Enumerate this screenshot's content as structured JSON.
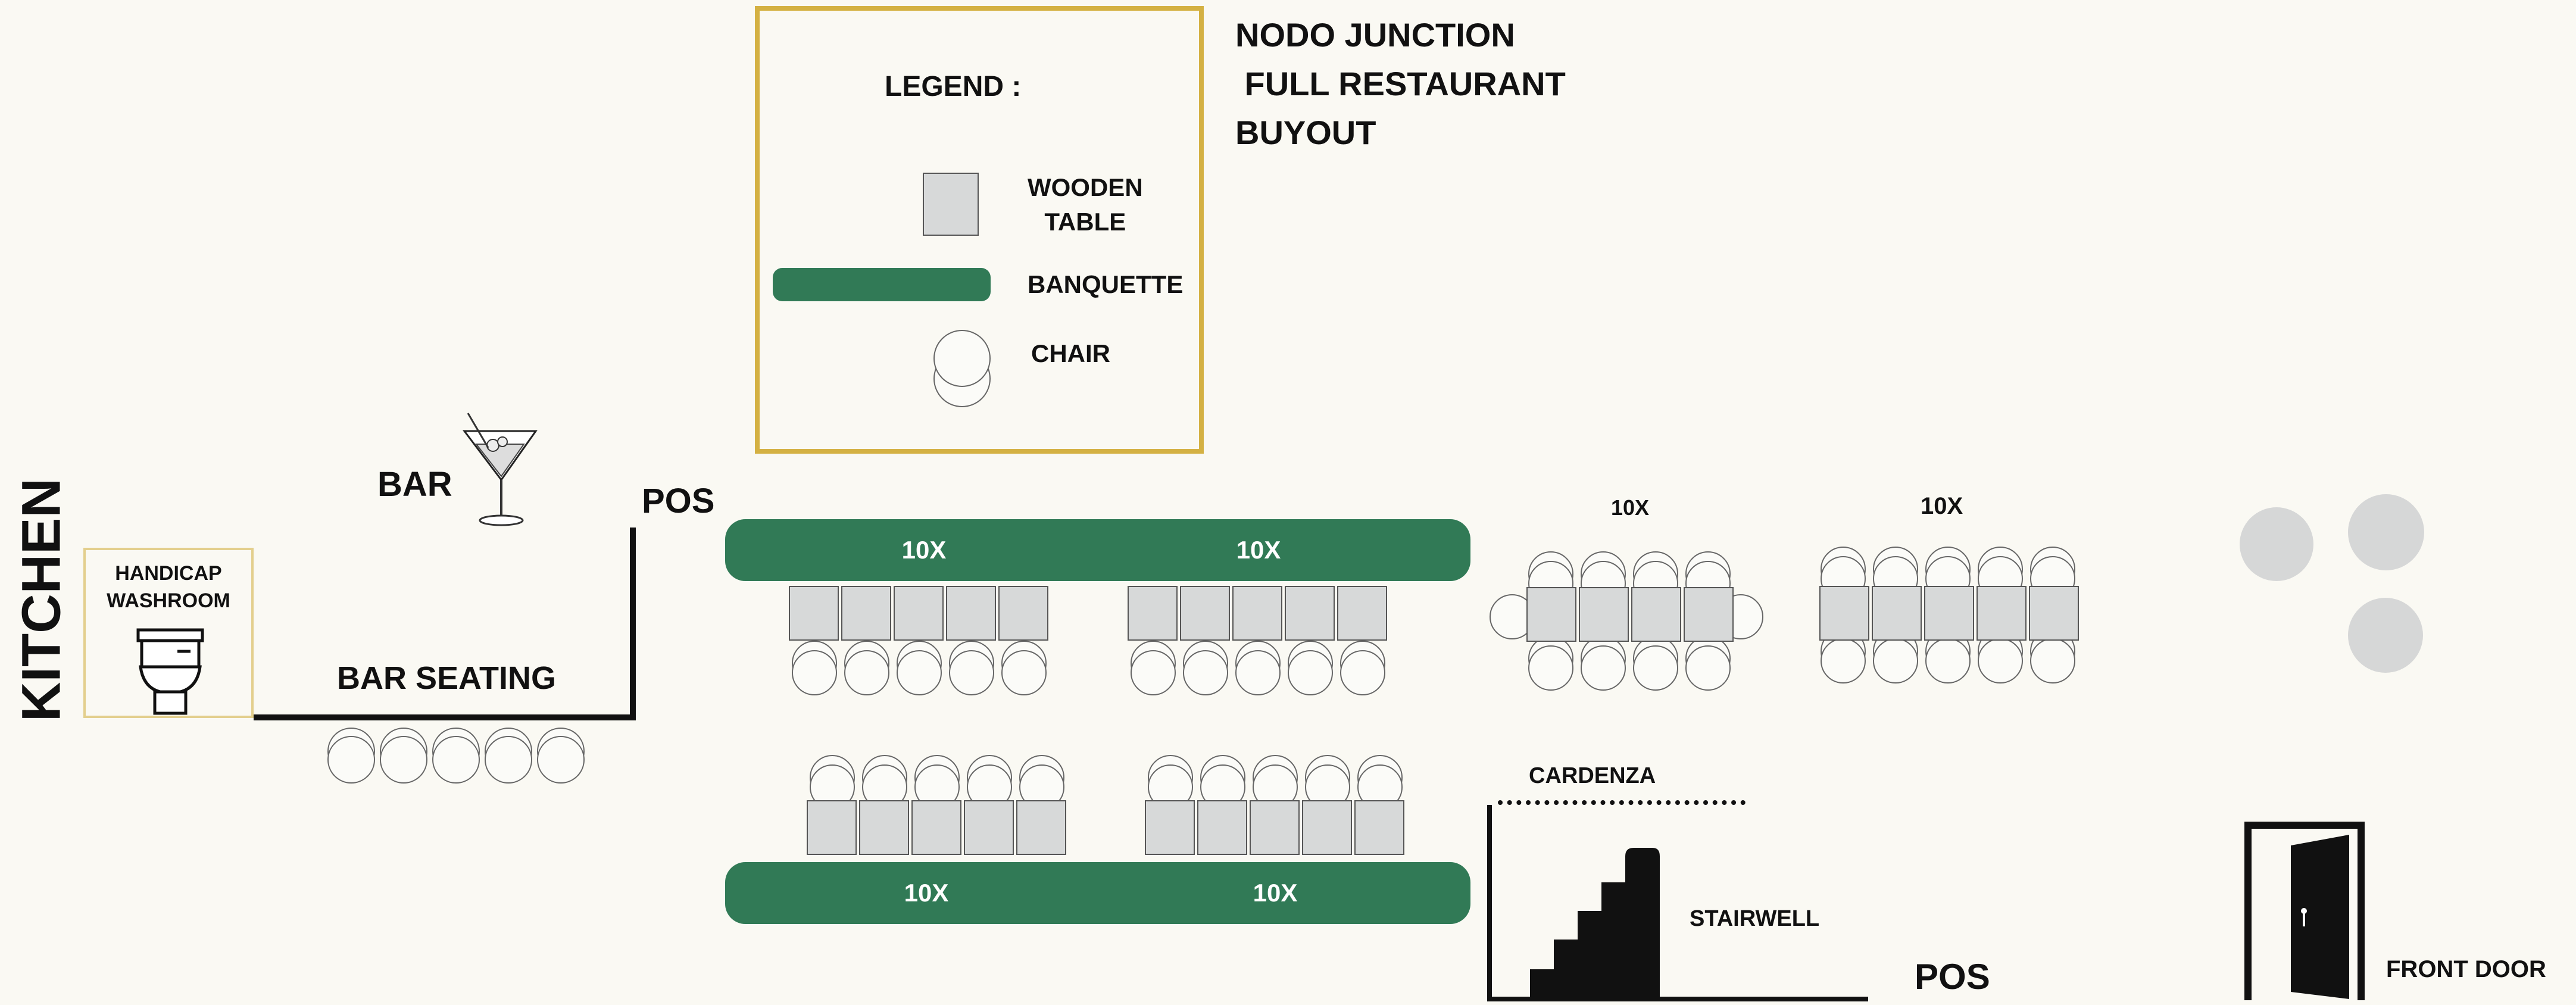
{
  "title": {
    "line1": "NODO JUNCTION",
    "line2": " FULL RESTAURANT",
    "line3": "BUYOUT"
  },
  "legend": {
    "heading": "LEGEND :",
    "wooden_table_line1": "WOODEN",
    "wooden_table_line2": "TABLE",
    "banquette": "BANQUETTE",
    "chair": "CHAIR"
  },
  "rooms": {
    "kitchen": "KITCHEN",
    "washroom_line1": "HANDICAP",
    "washroom_line2": "WASHROOM",
    "bar": "BAR",
    "bar_seating": "BAR SEATING",
    "pos_top": "POS",
    "pos_bottom": "POS",
    "cardenza": "CARDENZA",
    "stairwell": "STAIRWELL",
    "front_door": "FRONT DOOR"
  },
  "seating_labels": {
    "banquette_top_left": "10X",
    "banquette_top_right": "10X",
    "banquette_bottom_left": "10X",
    "banquette_bottom_right": "10X",
    "table_group_middle": "10X",
    "table_group_right": "10X"
  },
  "colors": {
    "banquette": "#317a56",
    "legend_border": "#d4b143",
    "table": "#d7d9d9",
    "background": "#faf9f3"
  }
}
